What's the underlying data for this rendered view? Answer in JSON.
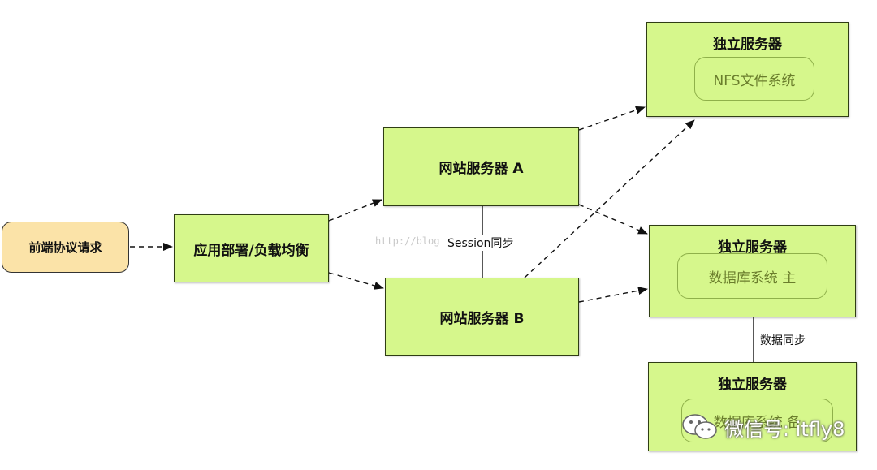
{
  "request": {
    "label": "前端协议请求"
  },
  "loadbalancer": {
    "label": "应用部署/负载均衡"
  },
  "web_a": {
    "label": "网站服务器 A"
  },
  "web_b": {
    "label": "网站服务器 B"
  },
  "nfs_server": {
    "title": "独立服务器",
    "inner": "NFS文件系统"
  },
  "db_master": {
    "title": "独立服务器",
    "inner": "数据库系统 主"
  },
  "db_slave": {
    "title": "独立服务器",
    "inner": "数据库系统 备"
  },
  "session_sync": {
    "label": "Session同步"
  },
  "data_sync": {
    "label": "数据同步"
  },
  "watermark": {
    "url": "http://blog",
    "wechat": "微信号: itfly8"
  }
}
